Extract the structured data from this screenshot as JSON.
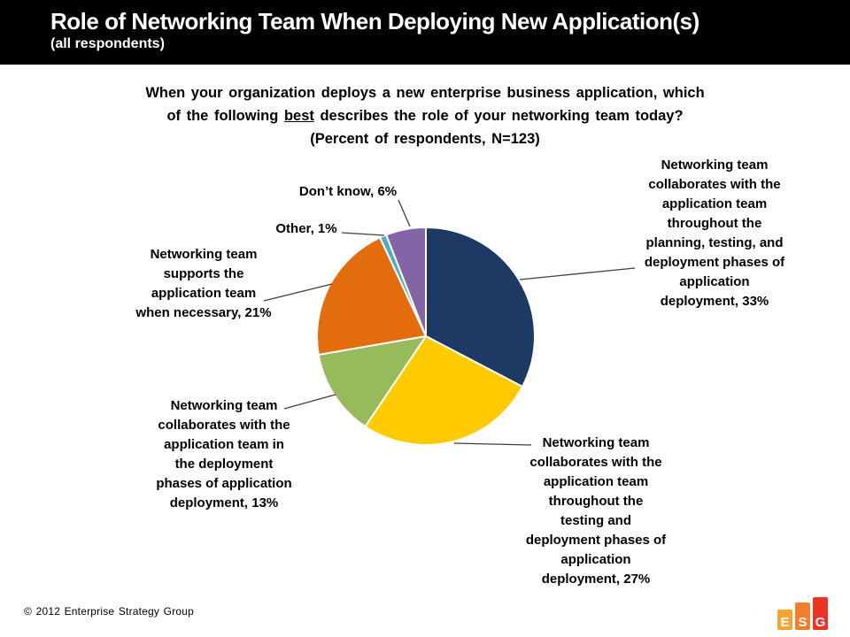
{
  "header": {
    "title": "Role of Networking Team When Deploying New Application(s)",
    "subtitle": "(all respondents)",
    "bg_color": "#000000",
    "text_color": "#ffffff"
  },
  "question": {
    "line1": "When your organization deploys a new enterprise business application, which",
    "line2_pre": "of the following ",
    "line2_underlined": "best",
    "line2_post": " describes the role of your networking team today?",
    "line3": "(Percent of respondents, N=123)"
  },
  "chart_data": {
    "type": "pie",
    "title": "When your organization deploys a new enterprise business application, which of the following best describes the role of your networking team today?",
    "subtitle": "(Percent of respondents, N=123)",
    "n": 123,
    "start_angle": "12 o'clock",
    "direction": "clockwise",
    "slices": [
      {
        "label": "Networking team collaborates with the application team throughout the planning, testing, and deployment phases of application deployment",
        "value_pct": 33,
        "color": "#1C3A63"
      },
      {
        "label": "Networking team collaborates with the application team throughout the testing and deployment phases of application deployment",
        "value_pct": 27,
        "color": "#FFCB00"
      },
      {
        "label": "Networking team collaborates with the application team in the deployment phases of application deployment",
        "value_pct": 13,
        "color": "#97BB5B"
      },
      {
        "label": "Networking team supports the application team when necessary",
        "value_pct": 21,
        "color": "#E36D0C"
      },
      {
        "label": "Other",
        "value_pct": 1,
        "color": "#46AFC9"
      },
      {
        "label": "Don’t know",
        "value_pct": 6,
        "color": "#8365A5"
      }
    ]
  },
  "callouts": {
    "c33": {
      "text": "Networking team\ncollaborates with the\napplication team\nthroughout the\nplanning, testing, and\ndeployment phases of\napplication\ndeployment, 33%"
    },
    "c27": {
      "text": "Networking team\ncollaborates with the\napplication team\nthroughout the\ntesting and\ndeployment phases of\napplication\ndeployment, 27%"
    },
    "c21": {
      "text": "Networking team\nsupports the\napplication team\nwhen necessary, 21%"
    },
    "c13": {
      "text": "Networking team\ncollaborates with the\napplication team in\nthe deployment\nphases of application\ndeployment, 13%"
    },
    "c6": {
      "text": "Don’t know, 6%"
    },
    "c1": {
      "text": "Other, 1%"
    }
  },
  "footer": {
    "copyright": "© 2012 Enterprise Strategy Group"
  },
  "logo": {
    "letters": [
      "E",
      "S",
      "G"
    ],
    "colors": [
      "#F6A432",
      "#F57E2A",
      "#EE3224"
    ]
  }
}
